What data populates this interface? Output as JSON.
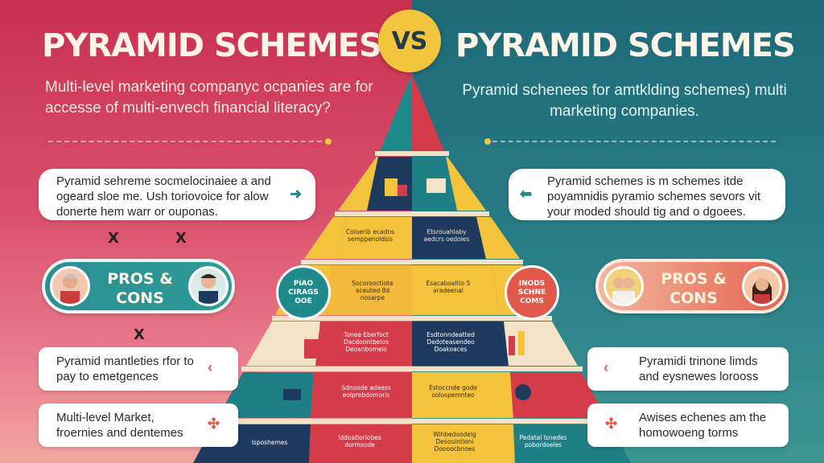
{
  "vs_label": "VS",
  "left": {
    "title": "PYRAMID SCHEMES",
    "subtitle": "Multi-level marketing companyc ocpanies are for accesse of multi-envech financial literacy?",
    "card1": "Pyramid sehreme socmelocinaiee a and ogeard sloe me. Ush toriovoice for alow donerte hem warr or ouponas.",
    "pros": "PROS &\nCONS",
    "card2": "Pyramid mantleties rfor to pay to emetgences",
    "card3": "Multi-level Market, froernies and dentemes",
    "x_marks": [
      "X",
      "X",
      "X"
    ]
  },
  "right": {
    "title": "PYRAMID SCHEMES",
    "subtitle": "Pyramid schenees for amtklding schemes) multi marketing companies.",
    "card1": "Pyramid schemes is m schemes itde poyamnidis pyramio schemes sevors vit your moded should tig and o dgoees.",
    "pros": "PROS &\nCONS",
    "card2": "Pyramidi trinone limds and eysnewes lorooss",
    "card3": "Awises echenes am the homowoeng torms"
  },
  "center": {
    "badge_left": "PiAO CIRAGS OOE",
    "badge_right": "INODS SCHNE COMS",
    "cells": [
      [
        "Coloerib ecadns semppenoldsis",
        "Etsrouahlaby aedcrs oedoles"
      ],
      [
        "Socorooctiote aceuted 8d nosarpe",
        "Esacaboaltio 5 aradeenal"
      ],
      [
        "Tonee Eberfoct Dacdoontbelos Deoanbomeis",
        "Esdtonndeatted Dedoteasendeo Doakoaces"
      ],
      [
        "Sdnoode adeess eolprebdomoris",
        "Estoccnde gode oolospemnteo"
      ],
      [
        "Isposhemes",
        "Iddoatloriobes dormsode",
        "Wihbedoodelg Desouintioni Doooocbnoes",
        "Pedatal Isnedes pobordoeles"
      ]
    ],
    "colors": {
      "teal": "#1f7f86",
      "navy": "#1e3a5f",
      "red": "#d63b4a",
      "yellow": "#f4c33c",
      "cream": "#f3e3c6"
    }
  }
}
